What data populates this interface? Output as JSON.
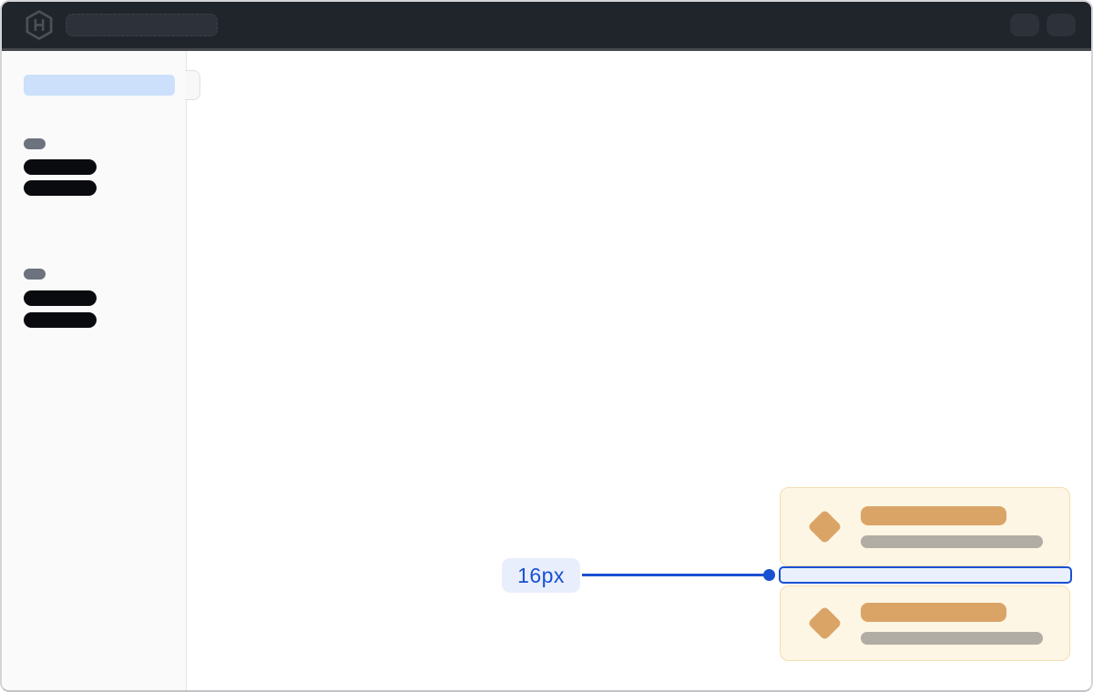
{
  "annotation": {
    "label": "16px",
    "target": "vertical gap between stacked cards"
  },
  "topbar": {
    "logo_icon": "hashicorp-logo-icon",
    "search_placeholder_value": "",
    "right_button_count": 2
  },
  "sidebar": {
    "active_item_placeholder": true,
    "groups": [
      {
        "section_label_placeholder": true,
        "nav_item_placeholders": 2
      },
      {
        "section_label_placeholder": true,
        "nav_item_placeholders": 2
      }
    ]
  },
  "cards": [
    {
      "icon": "diamond-icon",
      "title_placeholder": true,
      "subtitle_placeholder": true
    },
    {
      "icon": "diamond-icon",
      "title_placeholder": true,
      "subtitle_placeholder": true
    }
  ],
  "colors": {
    "topbar-bg": "#20242b",
    "topbar-item-bg": "#2c313a",
    "sidebar-bg": "#fafafa",
    "active-item-bg": "#cce0fb",
    "nav-bar": "#0a0b0e",
    "section-pill": "#6c727e",
    "card-bg": "#fdf6e4",
    "card-border": "#f2dfb0",
    "skeleton-orange": "#dba467",
    "skeleton-gray": "#b1ada4",
    "accent-blue": "#1950d2",
    "blue-fill": "#e9f0fc",
    "label-bg": "#e8eefb"
  }
}
